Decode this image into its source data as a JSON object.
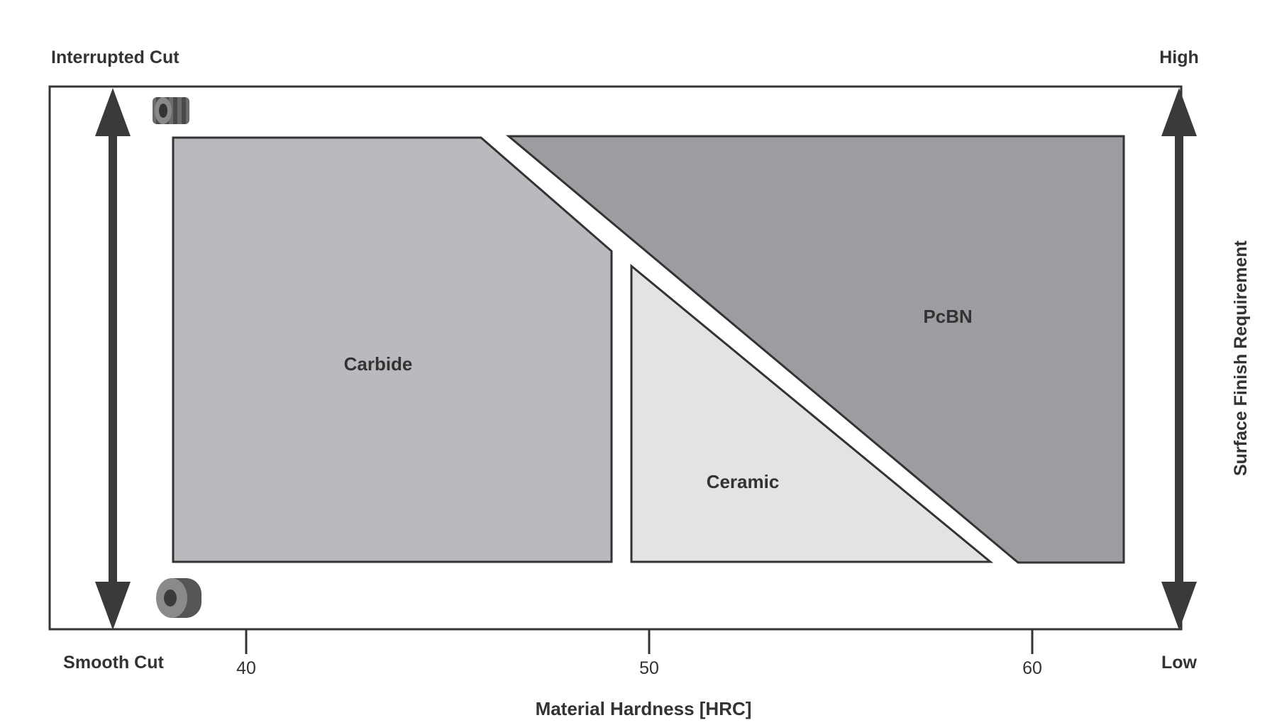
{
  "left_axis": {
    "top_label": "Interrupted Cut",
    "bottom_label": "Smooth Cut"
  },
  "right_axis": {
    "top_label": "High",
    "bottom_label": "Low",
    "title": "Surface Finish Requirement"
  },
  "x_axis": {
    "title": "Material Hardness [HRC]",
    "ticks": [
      "40",
      "50",
      "60"
    ]
  },
  "regions": {
    "carbide": "Carbide",
    "ceramic": "Ceramic",
    "pcbn": "PcBN"
  },
  "icons": {
    "top": "gear-cylinder-icon",
    "bottom": "smooth-cylinder-icon"
  },
  "colors": {
    "carbide": "#b9babd",
    "ceramic": "#e2e3e5",
    "pcbn": "#9c9da1",
    "stroke": "#333333",
    "arrow": "#3a3a3a"
  }
}
